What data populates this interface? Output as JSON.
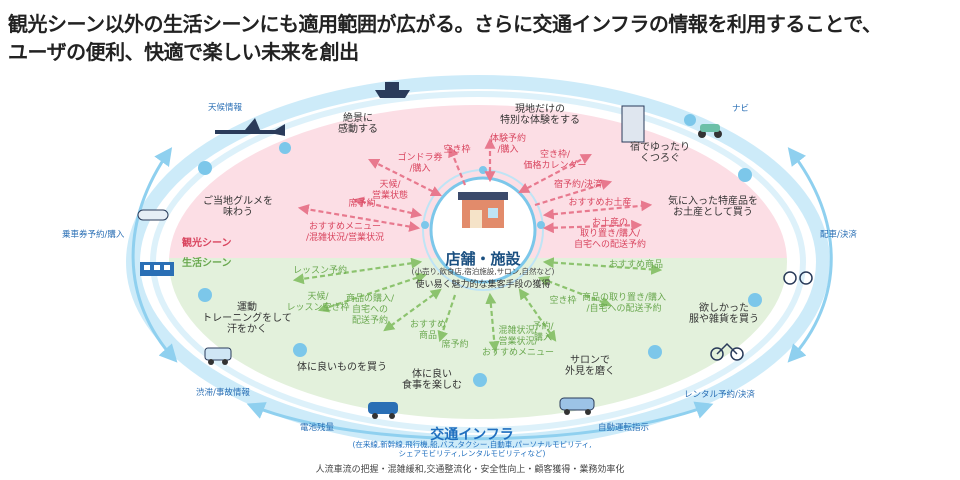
{
  "title": {
    "line1": "観光シーン以外の生活シーンにも適用範囲が広がる。さらに交通インフラの情報を利用することで、",
    "line2": "ユーザの便利、快適で楽しい未来を創出"
  },
  "colors": {
    "tourism_zone": "#fbd3dc",
    "life_zone": "#d8ebcf",
    "pink_arrow": "#e8798e",
    "green_arrow": "#8cc36e",
    "infra_blue": "#8fd0ef",
    "title_blue": "#1f6fbf"
  },
  "zones": {
    "tourism": "観光シーン",
    "life": "生活シーン"
  },
  "center": {
    "title": "店舗・施設",
    "subtitle": "(小売り,飲食店,宿泊施設,サロン,自然など)",
    "caption": "使い易く魅力的な集客手段の獲得"
  },
  "scenes": {
    "sweets": "絶景に\n感動する",
    "experience": "現地だけの\n特別な体験をする",
    "gourmet": "ご当地グルメを\n味わう",
    "relax": "宿でゆったり\nくつろぐ",
    "souvenir": "気に入った特産品を\nお土産として買う",
    "training": "運動\nトレーニングをして\n汗をかく",
    "healthy_shopping": "体に良いものを買う",
    "healthy_meal": "体に良い\n食事を楽しむ",
    "salon": "サロンで\n外見を磨く",
    "clothes": "欲しかった\n服や雑貨を買う"
  },
  "pink_labels": {
    "gondola": "ゴンドラ券\n/購入",
    "vacancy": "空き枠",
    "experience_book": "体験予約\n/購入",
    "calendar": "空き枠/\n価格カレンダー",
    "inn_book": "宿予約/決済",
    "weather": "天候/\n営業状態",
    "seat_book": "席予約",
    "recommend_menu": "おすすめメニュー\n/混雑状況/営業状況",
    "recommend_souvenir": "おすすめお土産",
    "souvenir_delivery": "お土産の\n取り置き/購入/\n自宅への配送予約"
  },
  "green_labels": {
    "lesson": "レッスン予約",
    "lesson_vacancy": "天候/\nレッスン空き枠",
    "product_delivery": "商品の購入/\n自宅への\n配送予約",
    "recommend_product": "おすすめ\n商品",
    "seat_book2": "席予約",
    "congestion": "混雑状況/\n営業状況/\nおすすめメニュー",
    "book_pay": "予約/\n購入",
    "vacancy2": "空き枠",
    "recommend_goods": "おすすめ商品",
    "goods_delivery": "商品の取り置き/購入\n/自宅への配送予約"
  },
  "infra_labels": {
    "tourism_info": "天候情報",
    "navi": "ナビ",
    "ticket": "乗車券予約/購入",
    "dispatch": "配車/決済",
    "traffic": "渋滞/事故情報",
    "rental": "レンタル予約/決済",
    "battery": "電池残量",
    "auto_drive": "自動運転指示"
  },
  "infra": {
    "title": "交通インフラ",
    "subtitle_line1": "(在来線,新幹線,飛行機,船,バス,タクシー,自動車,パーソナルモビリティ,",
    "subtitle_line2": "シェアモビリティ,レンタルモビリティなど)"
  },
  "footer": "人流車流の把握・混雑緩和,交通整流化・安全性向上・顧客獲得・業務効率化"
}
